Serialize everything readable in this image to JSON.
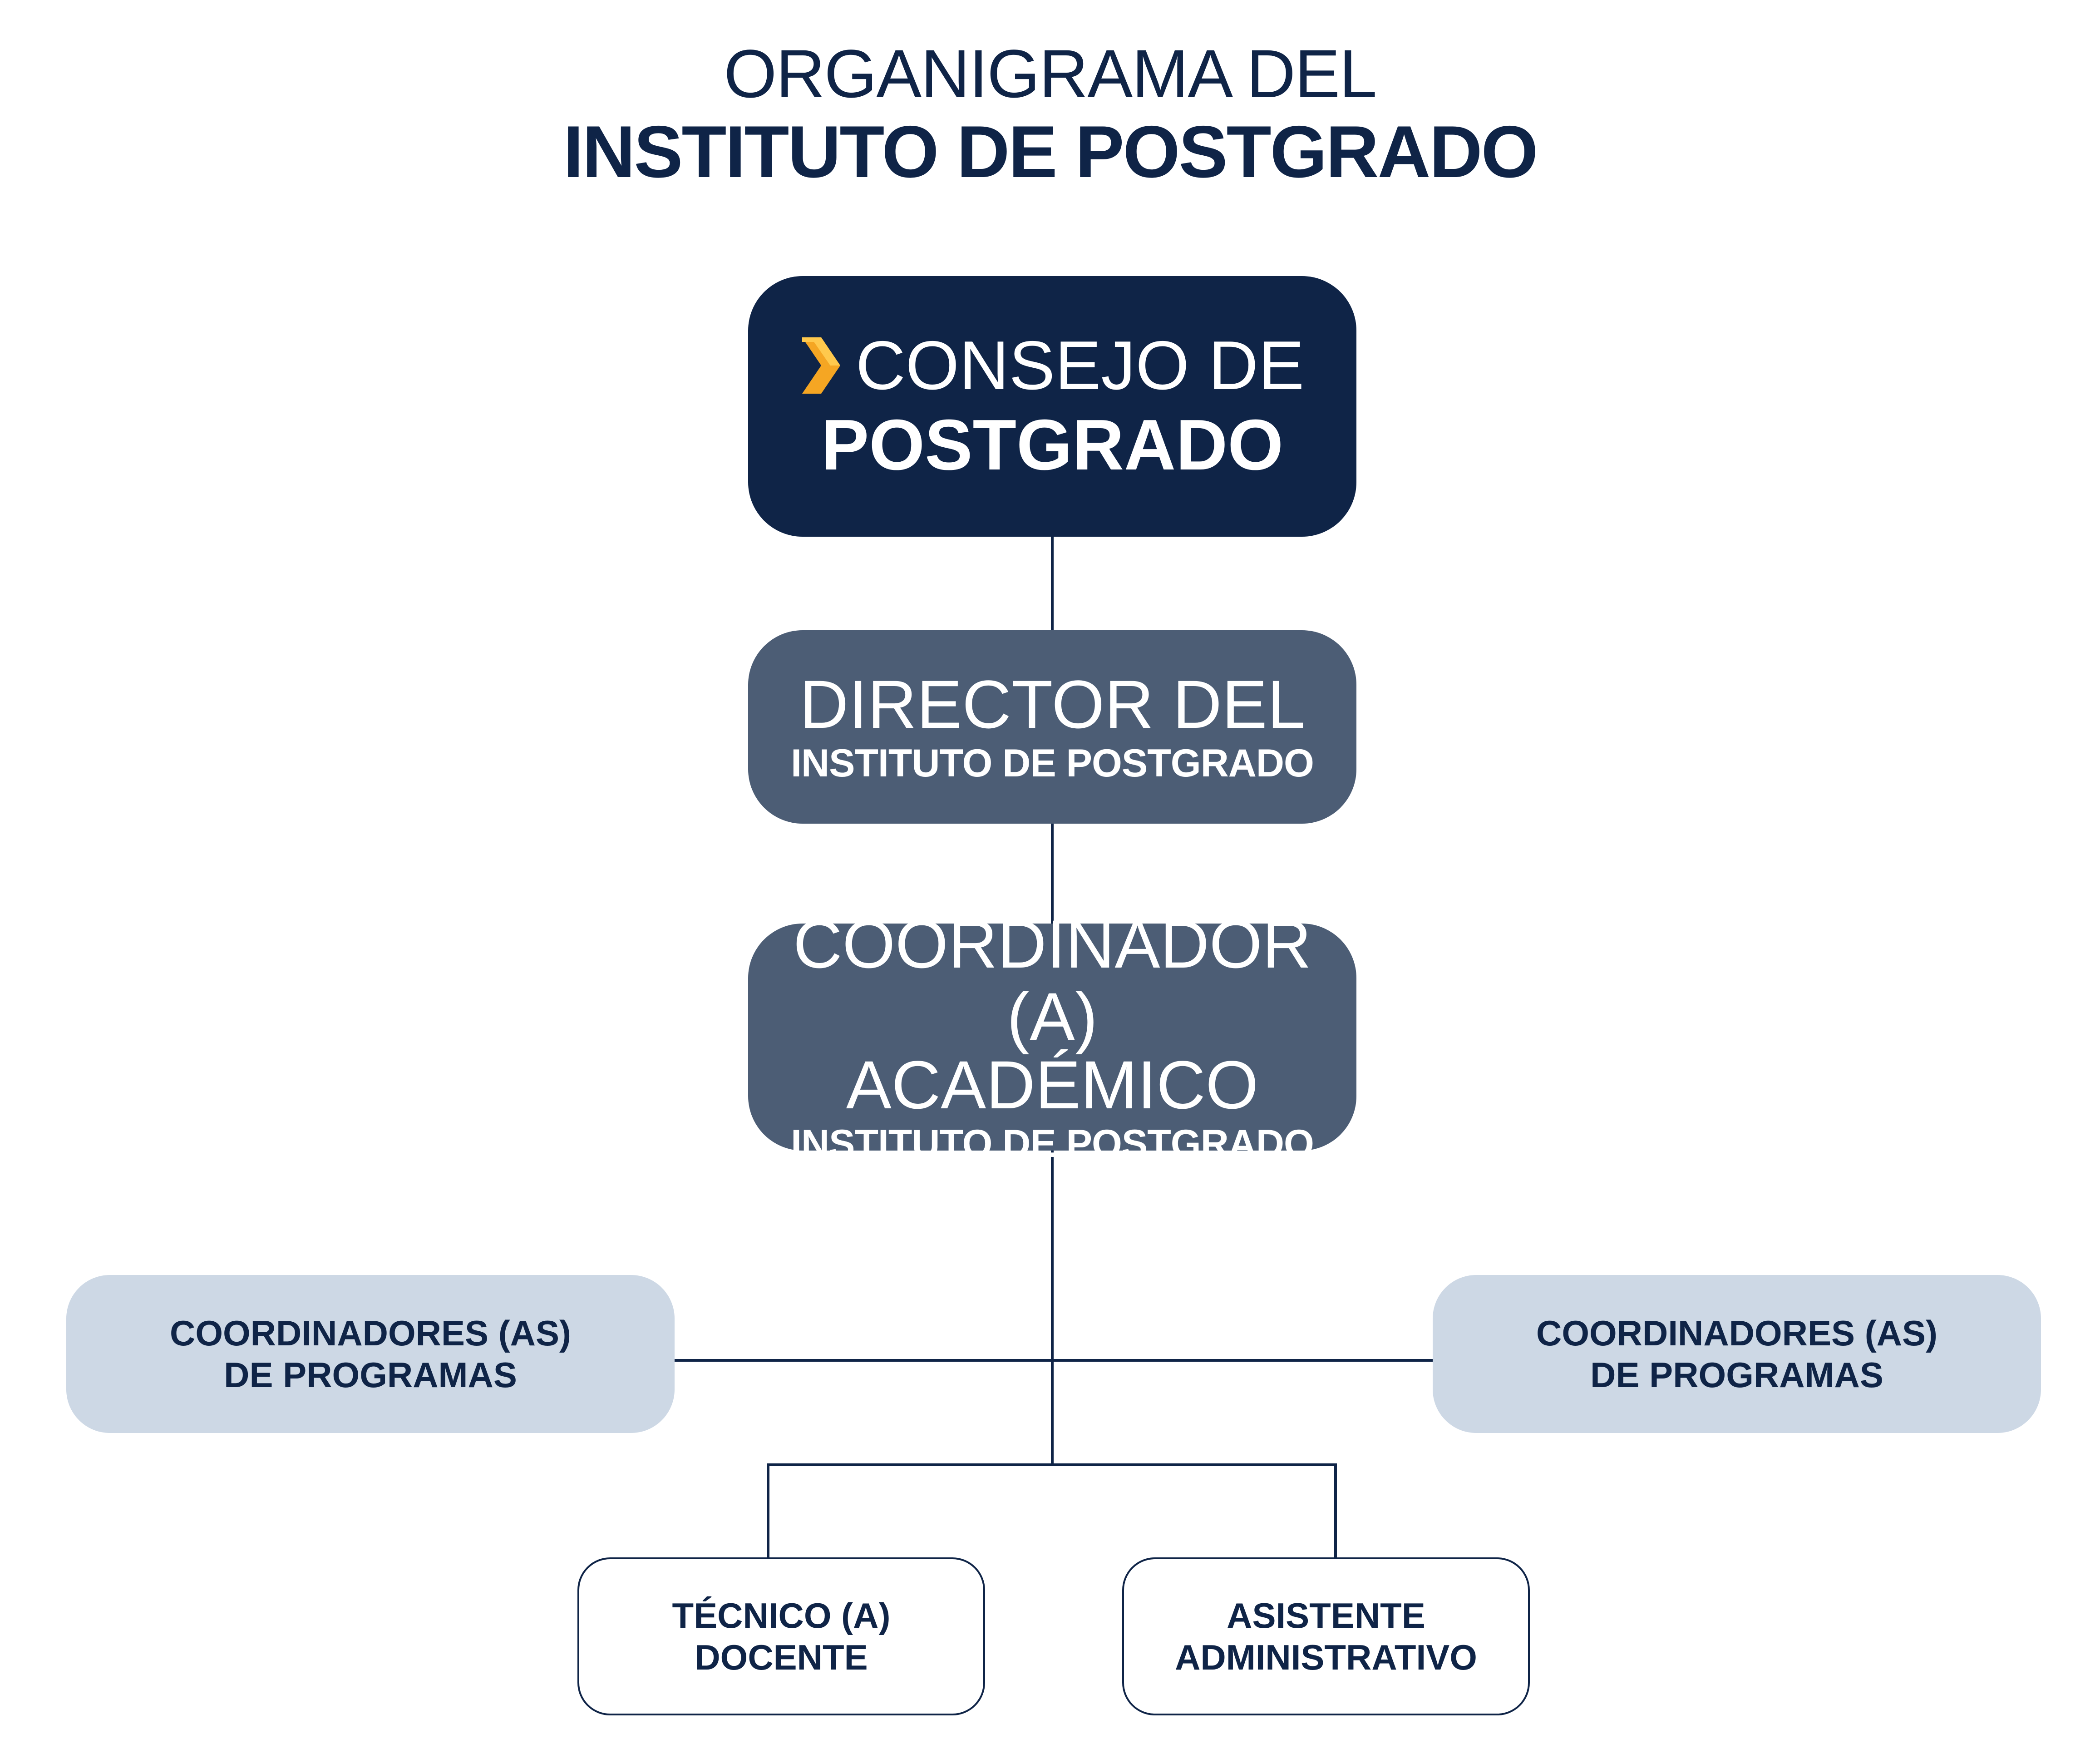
{
  "title": {
    "line1": "ORGANIGRAMA DEL",
    "line2": "INSTITUTO DE POSTGRADO"
  },
  "nodes": {
    "consejo": {
      "line1": "CONSEJO DE",
      "line2": "POSTGRADO",
      "icon": "chevron-right-icon",
      "color": "#0f2447",
      "icon_color": "#f5a623"
    },
    "director": {
      "line1": "DIRECTOR DEL",
      "line2": "INSTITUTO DE POSTGRADO",
      "color": "#4c5d75"
    },
    "coordinador": {
      "line1": "COORDINADOR (A)",
      "line2": "ACADÉMICO",
      "line3": "INSTITUTO DE POSTGRADO",
      "color": "#4c5d75"
    },
    "coord_programas_left": {
      "line1": "COORDINADORES (AS)",
      "line2": "DE PROGRAMAS",
      "color": "#cdd8e5"
    },
    "coord_programas_right": {
      "line1": "COORDINADORES (AS)",
      "line2": "DE PROGRAMAS",
      "color": "#cdd8e5"
    },
    "tecnico": {
      "line1": "TÉCNICO (A)",
      "line2": "DOCENTE"
    },
    "asistente": {
      "line1": "ASISTENTE",
      "line2": "ADMINISTRATIVO"
    }
  },
  "edges": [
    [
      "consejo",
      "director"
    ],
    [
      "director",
      "coordinador"
    ],
    [
      "coordinador",
      "coord_programas_left"
    ],
    [
      "coordinador",
      "coord_programas_right"
    ],
    [
      "coordinador",
      "tecnico"
    ],
    [
      "coordinador",
      "asistente"
    ]
  ]
}
